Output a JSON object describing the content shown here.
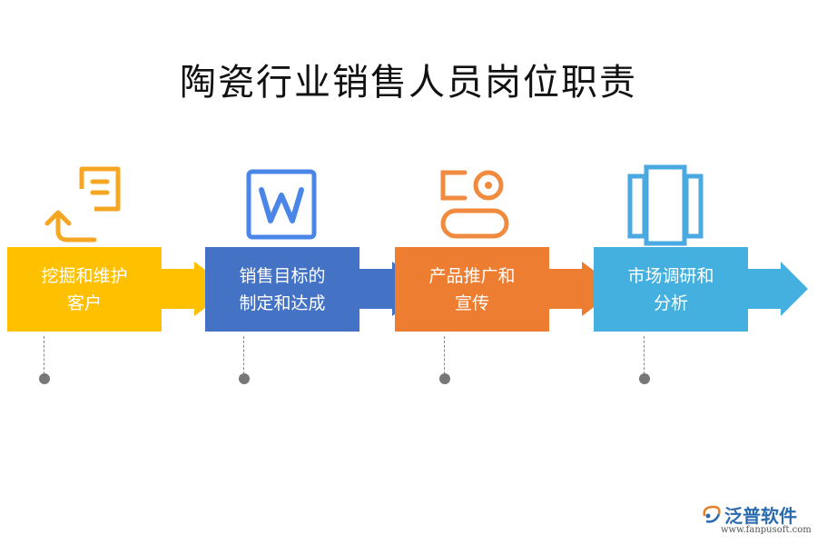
{
  "title": "陶瓷行业销售人员岗位职责",
  "steps": [
    {
      "line1": "挖掘和维护",
      "line2": "客户",
      "color": "#FFC000",
      "icon": "document-upload-icon"
    },
    {
      "line1": "销售目标的",
      "line2": "制定和达成",
      "color": "#4472C4",
      "icon": "word-document-icon"
    },
    {
      "line1": "产品推广和",
      "line2": "宣传",
      "color": "#ED7D31",
      "icon": "profile-card-icon"
    },
    {
      "line1": "市场调研和",
      "line2": "分析",
      "color": "#44B0E0",
      "icon": "panels-icon"
    }
  ],
  "logo": {
    "name": "泛普软件",
    "url": "www.fanpusoft.com"
  }
}
